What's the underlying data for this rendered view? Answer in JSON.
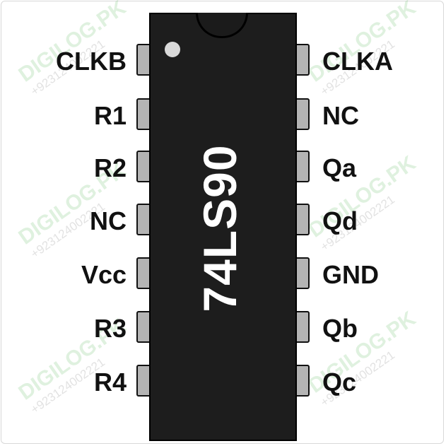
{
  "chip": {
    "part_number": "74LS90"
  },
  "pins_left": [
    "CLKB",
    "R1",
    "R2",
    "NC",
    "Vcc",
    "R3",
    "R4"
  ],
  "pins_right": [
    "CLKA",
    "NC",
    "Qa",
    "Qd",
    "GND",
    "Qb",
    "Qc"
  ],
  "watermark": {
    "brand": "DIGILOG.PK",
    "phone": "+923124002221"
  },
  "colors": {
    "chip_body": "#1d1d1d",
    "pin": "#b4b4b4",
    "text": "#111111",
    "chip_text": "#ffffff"
  }
}
